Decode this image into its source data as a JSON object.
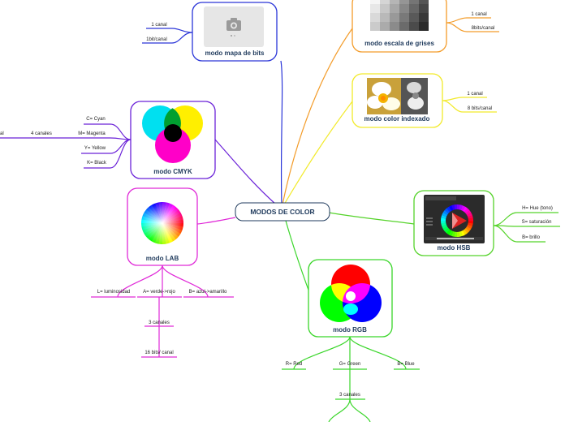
{
  "central": "MODOS DE COLOR",
  "nodes": {
    "bits": {
      "title": "modo mapa de bits",
      "leaves": [
        "1 canal",
        "1bit/canal"
      ]
    },
    "gray": {
      "title": "modo escala de grises",
      "leaves": [
        "1 canal",
        "8bits/canal"
      ]
    },
    "indexed": {
      "title": "modo color indexado",
      "leaves": [
        "1 canal",
        "8 bits/canal"
      ]
    },
    "cmyk": {
      "title": "modo CMYK",
      "leaves": [
        "C= Cyan",
        "M= Magenta",
        "Y= Yellow",
        "K= Black"
      ],
      "channels": "4 canales",
      "channels_cut": "al"
    },
    "lab": {
      "title": "modo LAB",
      "leaves": [
        "L= luminosidad",
        "A= verde->rojo",
        "B= azul->amarillo"
      ],
      "channels": "3 canales",
      "bits": "16 bits/ canal"
    },
    "hsb": {
      "title": "modo HSB",
      "leaves": [
        "H= Hue (tono)",
        "S= saturación",
        "B= brillo"
      ]
    },
    "rgb": {
      "title": "modo RGB",
      "leaves": [
        "R= Red",
        "G= Green",
        "B= Blue"
      ],
      "channels": "3 canales"
    }
  },
  "colors": {
    "central_border": "#1f3a5c",
    "bits": "#2a35d8",
    "gray": "#f39c2a",
    "indexed": "#f2ea2a",
    "cmyk": "#6b22d8",
    "lab": "#e02ad8",
    "hsb": "#55d32a",
    "rgb": "#3ad62a"
  }
}
